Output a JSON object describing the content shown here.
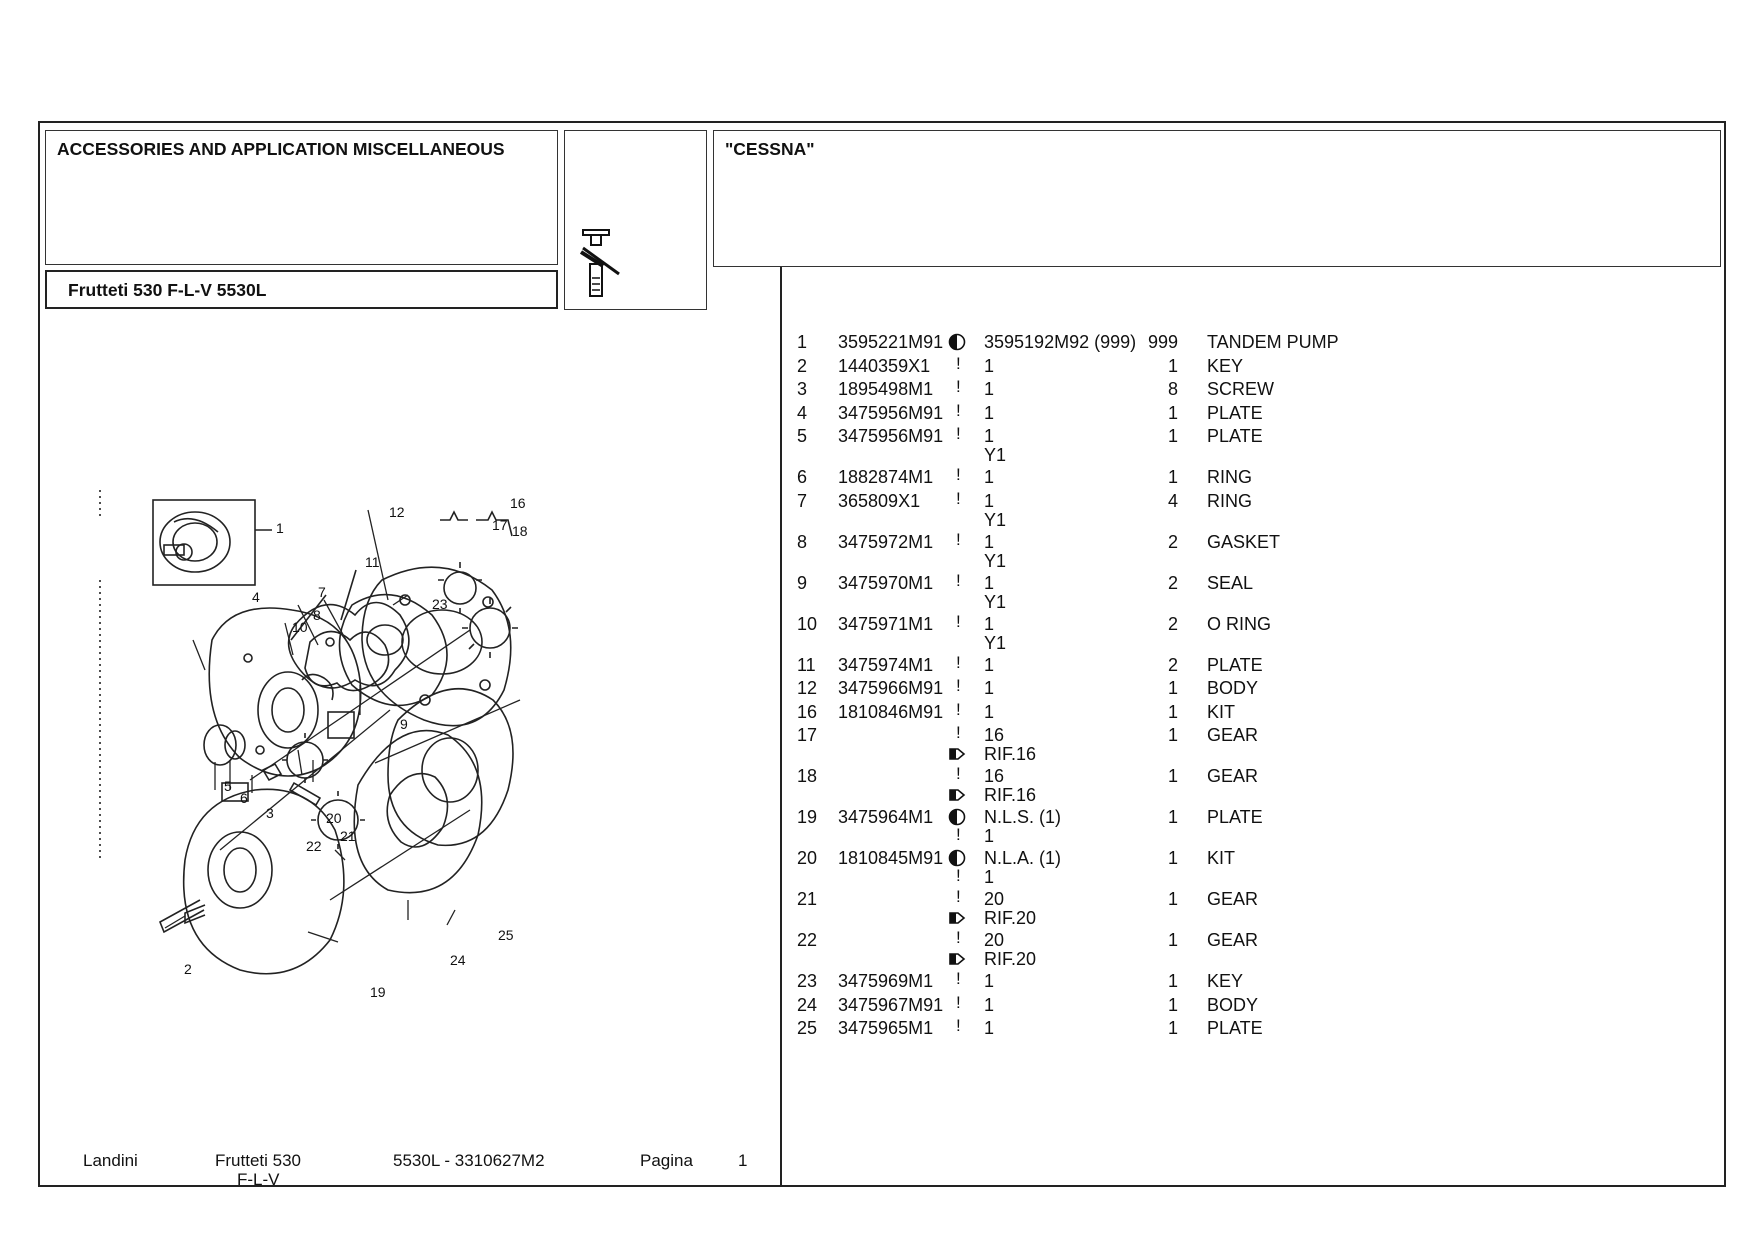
{
  "header": {
    "section_title": "ACCESSORIES AND APPLICATION MISCELLANEOUS",
    "model": "Frutteti 530 F-L-V 5530L",
    "variant": "\"CESSNA\""
  },
  "footer": {
    "brand": "Landini",
    "model_line1": "Frutteti 530",
    "model_line2": "F-L-V",
    "code": "5530L - 3310627M2",
    "page_label": "Pagina",
    "page_number": "1"
  },
  "diagram": {
    "callouts": [
      "1",
      "2",
      "3",
      "4",
      "5",
      "6",
      "7",
      "8",
      "9",
      "10",
      "11",
      "12",
      "16",
      "17",
      "18",
      "19",
      "20",
      "21",
      "22",
      "23",
      "24",
      "25"
    ]
  },
  "parts": [
    {
      "ref": "1",
      "part": "3595221M91",
      "mark": "info",
      "desc": "3595192M92  (999)",
      "sub": "",
      "qty": "999",
      "name": "TANDEM PUMP"
    },
    {
      "ref": "2",
      "part": "1440359X1",
      "mark": "excl",
      "desc": "1",
      "sub": "",
      "qty": "1",
      "name": "KEY"
    },
    {
      "ref": "3",
      "part": "1895498M1",
      "mark": "excl",
      "desc": "1",
      "sub": "",
      "qty": "8",
      "name": "SCREW"
    },
    {
      "ref": "4",
      "part": "3475956M91",
      "mark": "excl",
      "desc": "1",
      "sub": "",
      "qty": "1",
      "name": "PLATE"
    },
    {
      "ref": "5",
      "part": "3475956M91",
      "mark": "excl",
      "desc": "1",
      "sub": "Y1",
      "qty": "1",
      "name": "PLATE"
    },
    {
      "ref": "6",
      "part": "1882874M1",
      "mark": "excl",
      "desc": "1",
      "sub": "",
      "qty": "1",
      "name": "RING"
    },
    {
      "ref": "7",
      "part": "365809X1",
      "mark": "excl",
      "desc": "1",
      "sub": "Y1",
      "qty": "4",
      "name": "RING"
    },
    {
      "ref": "8",
      "part": "3475972M1",
      "mark": "excl",
      "desc": "1",
      "sub": "Y1",
      "qty": "2",
      "name": "GASKET"
    },
    {
      "ref": "9",
      "part": "3475970M1",
      "mark": "excl",
      "desc": "1",
      "sub": "Y1",
      "qty": "2",
      "name": "SEAL"
    },
    {
      "ref": "10",
      "part": "3475971M1",
      "mark": "excl",
      "desc": "1",
      "sub": "Y1",
      "qty": "2",
      "name": "O RING"
    },
    {
      "ref": "11",
      "part": "3475974M1",
      "mark": "excl",
      "desc": "1",
      "sub": "",
      "qty": "2",
      "name": "PLATE"
    },
    {
      "ref": "12",
      "part": "3475966M91",
      "mark": "excl",
      "desc": "1",
      "sub": "",
      "qty": "1",
      "name": "BODY"
    },
    {
      "ref": "16",
      "part": "1810846M91",
      "mark": "excl",
      "desc": "1",
      "sub": "",
      "qty": "1",
      "name": "KIT"
    },
    {
      "ref": "17",
      "part": "",
      "mark": "excl-arrow",
      "desc": "16",
      "sub": "RIF.16",
      "qty": "1",
      "name": "GEAR"
    },
    {
      "ref": "18",
      "part": "",
      "mark": "excl-arrow",
      "desc": "16",
      "sub": "RIF.16",
      "qty": "1",
      "name": "GEAR"
    },
    {
      "ref": "19",
      "part": "3475964M1",
      "mark": "info-excl",
      "desc": "N.L.S.  (1)",
      "sub": "1",
      "qty": "1",
      "name": "PLATE"
    },
    {
      "ref": "20",
      "part": "1810845M91",
      "mark": "info-excl",
      "desc": "N.L.A.  (1)",
      "sub": "1",
      "qty": "1",
      "name": "KIT"
    },
    {
      "ref": "21",
      "part": "",
      "mark": "excl-arrow",
      "desc": "20",
      "sub": "RIF.20",
      "qty": "1",
      "name": "GEAR"
    },
    {
      "ref": "22",
      "part": "",
      "mark": "excl-arrow",
      "desc": "20",
      "sub": "RIF.20",
      "qty": "1",
      "name": "GEAR"
    },
    {
      "ref": "23",
      "part": "3475969M1",
      "mark": "excl",
      "desc": "1",
      "sub": "",
      "qty": "1",
      "name": "KEY"
    },
    {
      "ref": "24",
      "part": "3475967M91",
      "mark": "excl",
      "desc": "1",
      "sub": "",
      "qty": "1",
      "name": "BODY"
    },
    {
      "ref": "25",
      "part": "3475965M1",
      "mark": "excl",
      "desc": "1",
      "sub": "",
      "qty": "1",
      "name": "PLATE"
    }
  ]
}
